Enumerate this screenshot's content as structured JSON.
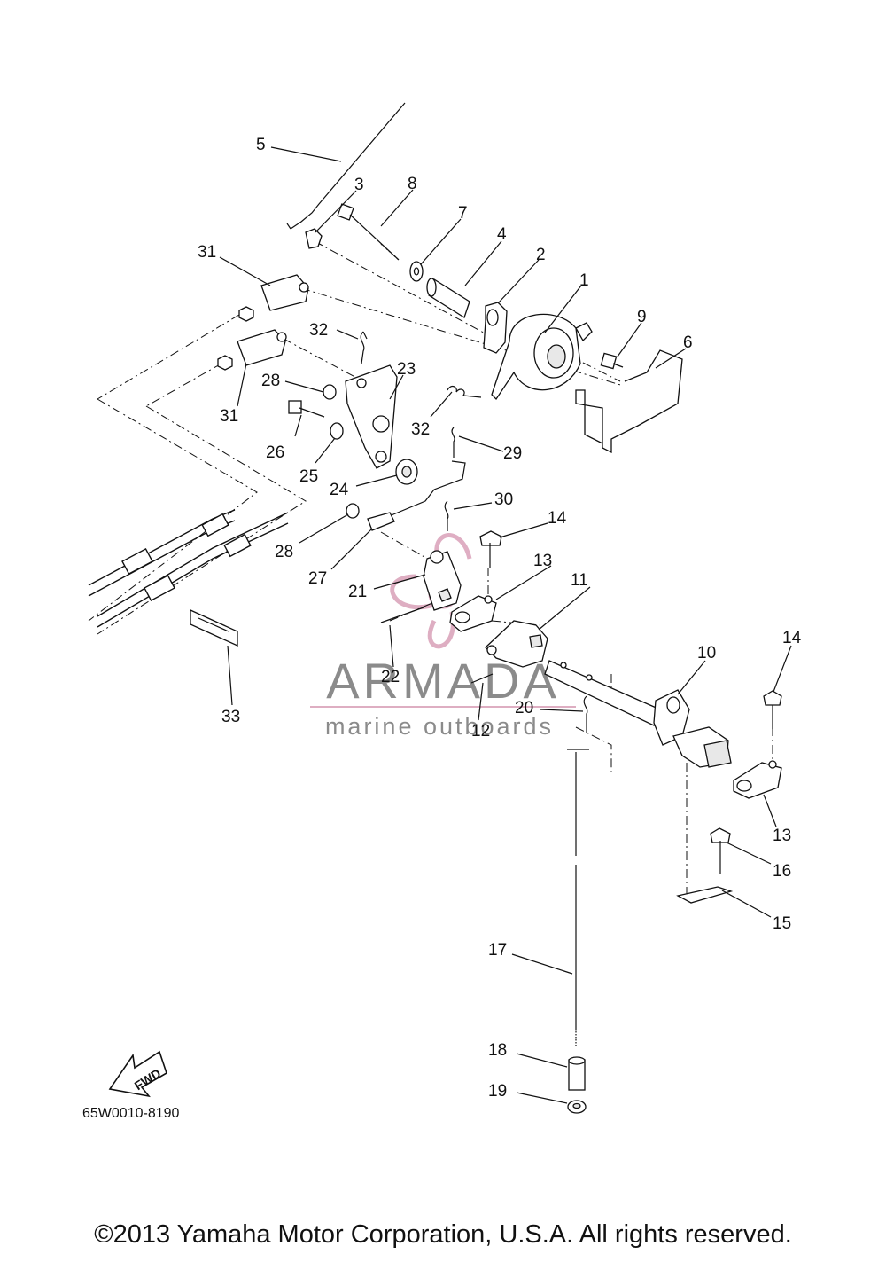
{
  "diagram": {
    "callouts": [
      "1",
      "2",
      "3",
      "4",
      "5",
      "6",
      "7",
      "8",
      "9",
      "10",
      "11",
      "12",
      "13",
      "14",
      "16",
      "15",
      "13",
      "14",
      "17",
      "18",
      "19",
      "20",
      "21",
      "22",
      "23",
      "24",
      "25",
      "26",
      "27",
      "28",
      "28",
      "29",
      "30",
      "31",
      "31",
      "32",
      "32",
      "33"
    ],
    "fwd_label": "FWD",
    "part_code": "65W0010-8190"
  },
  "watermark": {
    "brand": "ARMADA",
    "tagline": "marine outboards",
    "color": "#d9a0b8"
  },
  "footer": {
    "copyright": "©2013 Yamaha Motor Corporation, U.S.A. All rights reserved."
  }
}
